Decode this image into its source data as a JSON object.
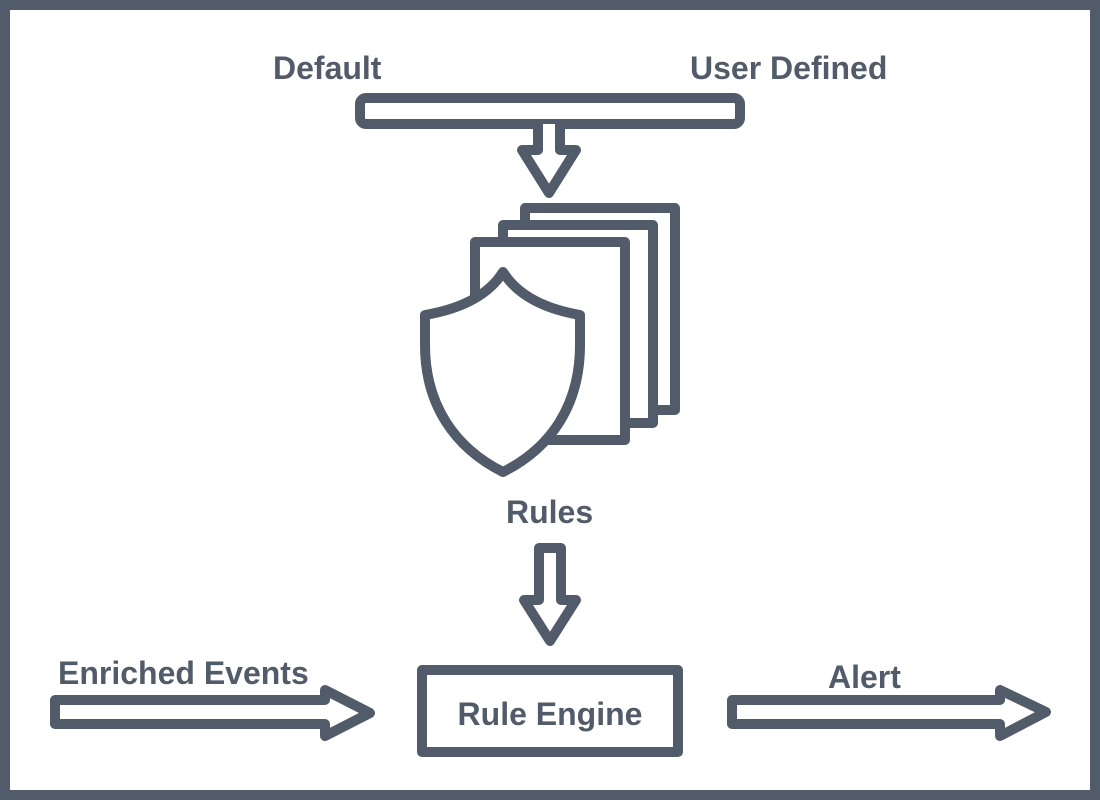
{
  "labels": {
    "default": "Default",
    "user_defined": "User Defined",
    "rules": "Rules",
    "enriched_events": "Enriched Events",
    "rule_engine": "Rule Engine",
    "alert": "Alert"
  },
  "icons": {
    "rules": "shield-documents-icon"
  },
  "colors": {
    "stroke": "#525b69",
    "background": "#ffffff",
    "border": "#525b69"
  }
}
